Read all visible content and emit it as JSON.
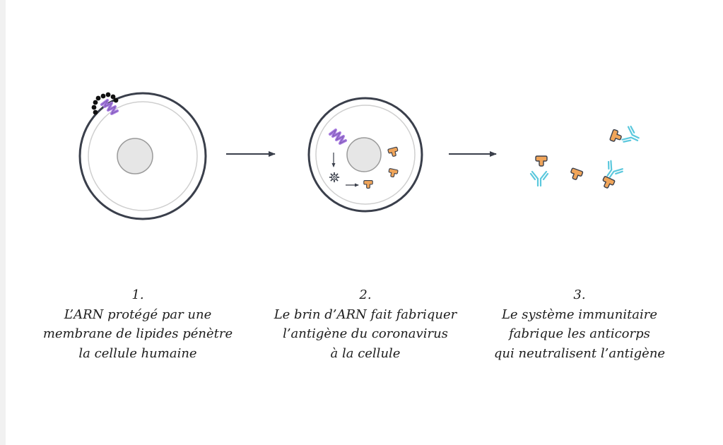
{
  "steps": [
    {
      "number": "1.",
      "lines": [
        "L’ARN protégé par une",
        "membrane de lipides pénètre",
        "la cellule humaine"
      ]
    },
    {
      "number": "2.",
      "lines": [
        "Le brin d’ARN fait fabriquer",
        "l’antigène du coronavirus",
        "à la cellule"
      ]
    },
    {
      "number": "3.",
      "lines": [
        "Le système immunitaire",
        "fabrique les anticorps",
        "qui neutralisent l’antigène"
      ]
    }
  ],
  "colors": {
    "cell_outline": "#3a3f4b",
    "inner_membrane": "#cfcfcf",
    "nucleus_fill": "#e6e6e6",
    "nucleus_stroke": "#9a9a9a",
    "rna": "#a77be0",
    "lipid": "#111111",
    "antigen": "#f0a55a",
    "antibody": "#5bc8dd",
    "arrow": "#3a3f4b"
  },
  "icons": [
    "lipid-dot-icon",
    "rna-strand-icon",
    "ribosome-gear-icon",
    "antigen-icon",
    "antibody-icon"
  ]
}
